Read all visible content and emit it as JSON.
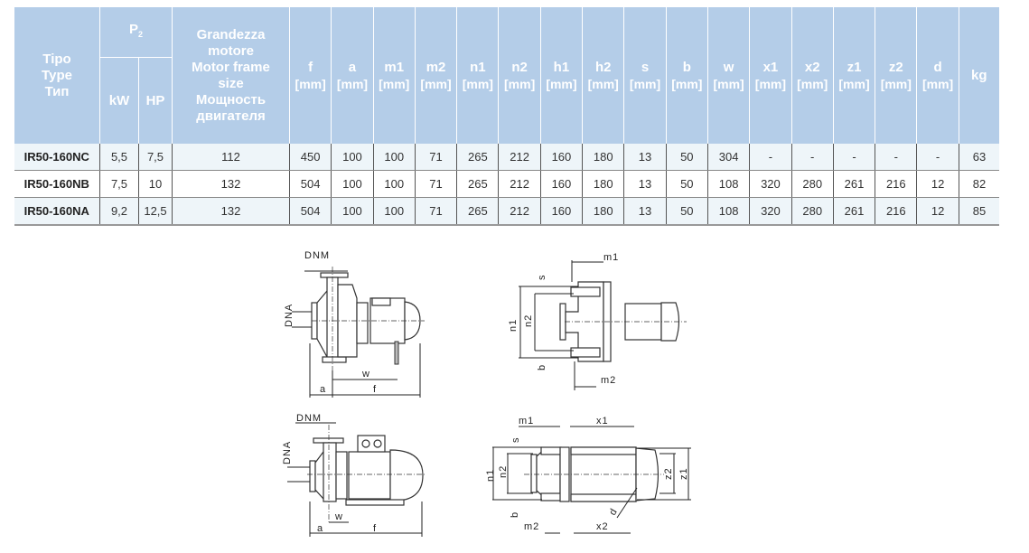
{
  "table": {
    "headers": {
      "tipo": [
        "Tipo",
        "Type",
        "Тип"
      ],
      "p2": "P",
      "p2_sub": "2",
      "kw": "kW",
      "hp": "HP",
      "frame": [
        "Grandezza",
        "motore",
        "Motor frame",
        "size",
        "Мощность",
        "двигателя"
      ],
      "unit": "[mm]",
      "dims": [
        "f",
        "a",
        "m1",
        "m2",
        "n1",
        "n2",
        "h1",
        "h2",
        "s",
        "b",
        "w",
        "x1",
        "x2",
        "z1",
        "z2",
        "d"
      ],
      "kg": "kg"
    },
    "rows": [
      {
        "tipo": "IR50-160NC",
        "kw": "5,5",
        "hp": "7,5",
        "frame": "112",
        "vals": [
          "450",
          "100",
          "100",
          "71",
          "265",
          "212",
          "160",
          "180",
          "13",
          "50",
          "304",
          "-",
          "-",
          "-",
          "-",
          "-"
        ],
        "kg": "63"
      },
      {
        "tipo": "IR50-160NB",
        "kw": "7,5",
        "hp": "10",
        "frame": "132",
        "vals": [
          "504",
          "100",
          "100",
          "71",
          "265",
          "212",
          "160",
          "180",
          "13",
          "50",
          "108",
          "320",
          "280",
          "261",
          "216",
          "12"
        ],
        "kg": "82"
      },
      {
        "tipo": "IR50-160NA",
        "kw": "9,2",
        "hp": "12,5",
        "frame": "132",
        "vals": [
          "504",
          "100",
          "100",
          "71",
          "265",
          "212",
          "160",
          "180",
          "13",
          "50",
          "108",
          "320",
          "280",
          "261",
          "216",
          "12"
        ],
        "kg": "85"
      }
    ]
  },
  "drawings": {
    "dnm": "DNM",
    "dna": "DNA",
    "w": "w",
    "a": "a",
    "f": "f",
    "m1": "m1",
    "m2": "m2",
    "s": "s",
    "b": "b",
    "n1": "n1",
    "n2": "n2",
    "x1": "x1",
    "x2": "x2",
    "z1": "z1",
    "z2": "z2",
    "d": "d"
  }
}
